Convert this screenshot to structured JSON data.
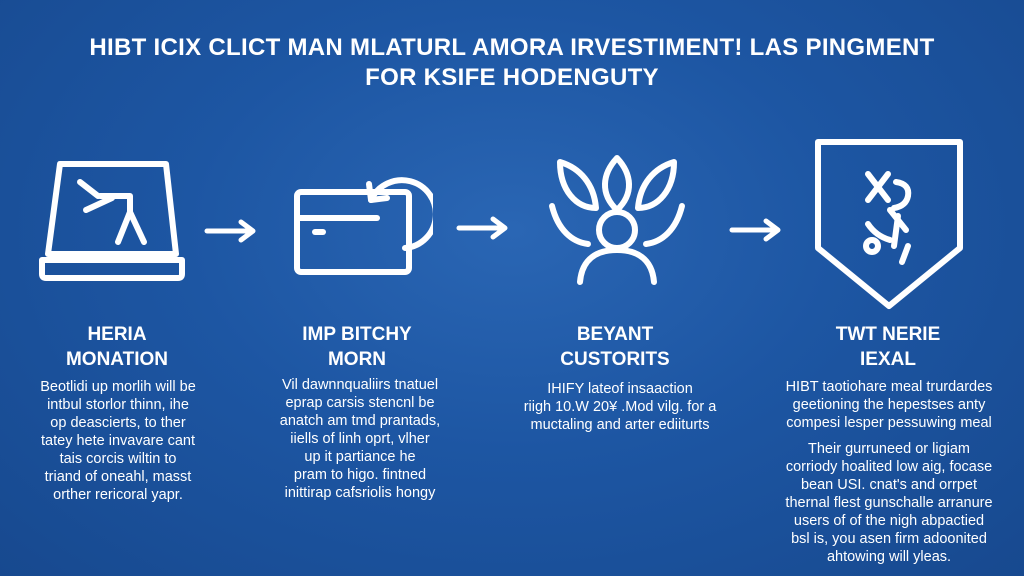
{
  "title": {
    "line1": "HIBT ICIX CLICT MAN MLATURL AMORA IRVESTIMENT! LAS PINGMENT",
    "line2": "FOR KSIFE HODENGUTY"
  },
  "steps": [
    {
      "icon": "laptop-icon",
      "title": [
        "HERIA",
        "MONATION"
      ],
      "desc": [
        "Beotlidi up morlih will be",
        "intbul storlor thinn, ihe",
        "op deascierts, to ther",
        "tatey hete invavare cant",
        "tais corcis wiltin to",
        "triand of oneahl, masst",
        "orther rericoral yapr."
      ],
      "desc2": []
    },
    {
      "icon": "card-refresh-icon",
      "title": [
        "IMP BITCHY",
        "MORN"
      ],
      "desc": [
        "Vil dawnnqualiirs tnatuel",
        "eprap carsis stencnl be",
        "anatch am tmd prantads,",
        "iiells of linh oprt, vlher",
        "up it partiance he",
        "pram to higo. fintned",
        "inittirap cafsriolis hongy"
      ],
      "desc2": []
    },
    {
      "icon": "lotus-person-icon",
      "title": [
        "BEYANT",
        "CUSTORITS"
      ],
      "desc": [
        "IHIFY lateof insaaction",
        "riigh 10.W 20¥ .Mod ​vilg. for a",
        "muctaling and arter ediiturts"
      ],
      "desc2": []
    },
    {
      "icon": "shield-bitcoin-icon",
      "title": [
        "TWT NERIE",
        "IEXAL"
      ],
      "desc": [
        "HIBT taotiohare meal trurdardes",
        "geetioning the hepestses anty",
        "compesi lesper pessuwing meal"
      ],
      "desc2": [
        "Their gurruneed or ligiam",
        "corriody hoalited low aig, focase",
        "bean USI. cnat's and orrpet",
        "thernal flest gunschalle arranure",
        "users of of the nigh abpactied",
        "bsl is, you asen firm adoonited",
        "ahtowing will yleas."
      ]
    }
  ],
  "colors": {
    "background": "#1d56a3",
    "foreground": "#ffffff"
  }
}
